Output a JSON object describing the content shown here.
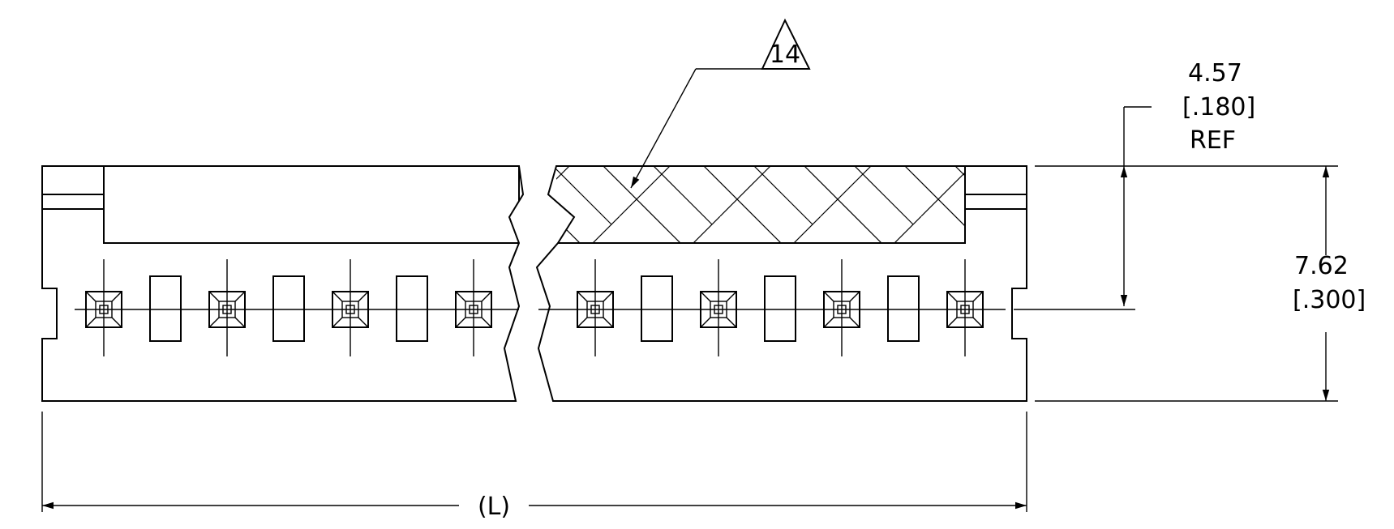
{
  "callout": {
    "tag": "14"
  },
  "ref_dimension": {
    "value_mm": "4.57",
    "value_in": "[.180]",
    "qualifier": "REF"
  },
  "height_dimension": {
    "value_mm": "7.62",
    "value_in": "[.300]"
  },
  "length_dimension": {
    "label": "(L)"
  },
  "contacts": {
    "left_section_count": 4,
    "right_section_count": 4
  }
}
